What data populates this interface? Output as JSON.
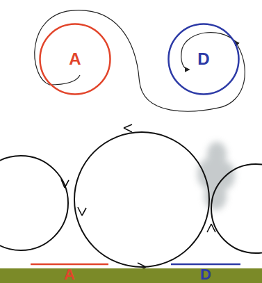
{
  "diagram": {
    "nodes": [
      {
        "text": [
          "A"
        ]
      },
      {
        "text": [
          "D"
        ]
      }
    ],
    "edges": [
      {
        "from": 0,
        "to": 1,
        "arrow": "to"
      }
    ],
    "labels": [
      "A",
      "D"
    ]
  }
}
